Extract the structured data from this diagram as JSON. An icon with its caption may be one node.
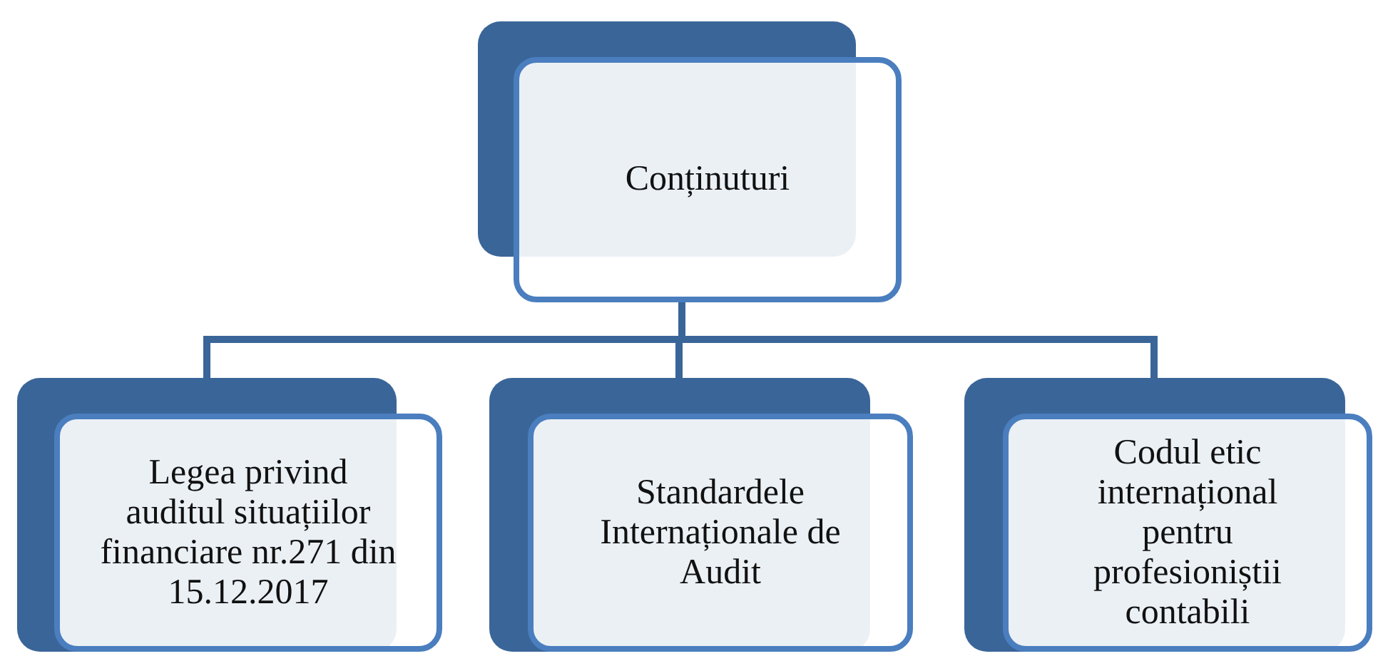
{
  "diagram": {
    "nodes": [
      {
        "text": [
          "Conținuturi"
        ]
      },
      {
        "text": [
          "Legea privind auditul situațiilor financiare nr.271 din 15.12.2017"
        ]
      },
      {
        "text": [
          "Standardele Internaționale de Audit"
        ]
      },
      {
        "text": [
          "Codul etic internațional pentru profesioniștii contabili"
        ]
      }
    ],
    "edges": [
      {
        "from": 0,
        "to": 1,
        "arrow": "none"
      },
      {
        "from": 0,
        "to": 2,
        "arrow": "none"
      },
      {
        "from": 0,
        "to": 3,
        "arrow": "none"
      }
    ]
  }
}
